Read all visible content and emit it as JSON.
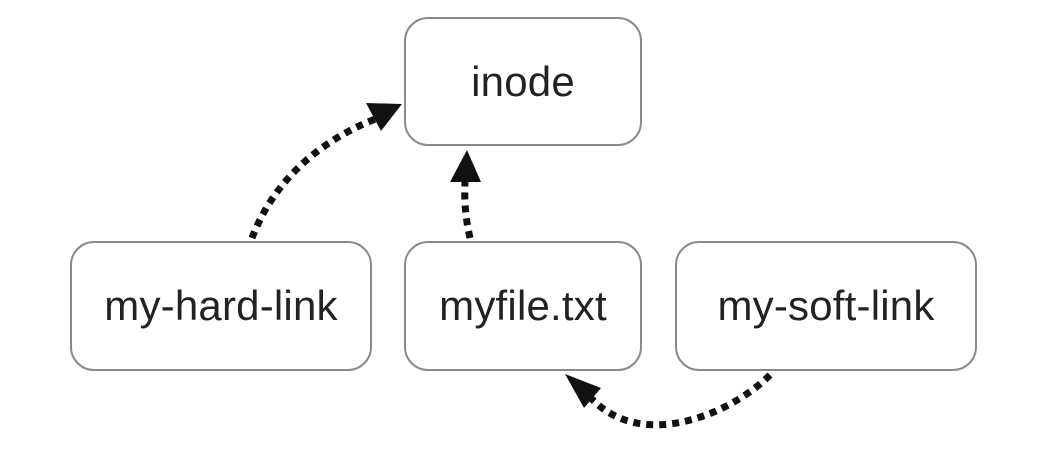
{
  "diagram": {
    "nodes": {
      "inode": {
        "label": "inode"
      },
      "hard_link": {
        "label": "my-hard-link"
      },
      "file": {
        "label": "myfile.txt"
      },
      "soft_link": {
        "label": "my-soft-link"
      }
    },
    "edges": [
      {
        "from": "my-hard-link",
        "to": "inode",
        "style": "dotted"
      },
      {
        "from": "myfile.txt",
        "to": "inode",
        "style": "dotted"
      },
      {
        "from": "my-soft-link",
        "to": "myfile.txt",
        "style": "dotted"
      }
    ],
    "colors": {
      "node_border": "#8a8a8a",
      "node_text": "#222222",
      "arrow": "#111111",
      "background": "#ffffff"
    }
  }
}
